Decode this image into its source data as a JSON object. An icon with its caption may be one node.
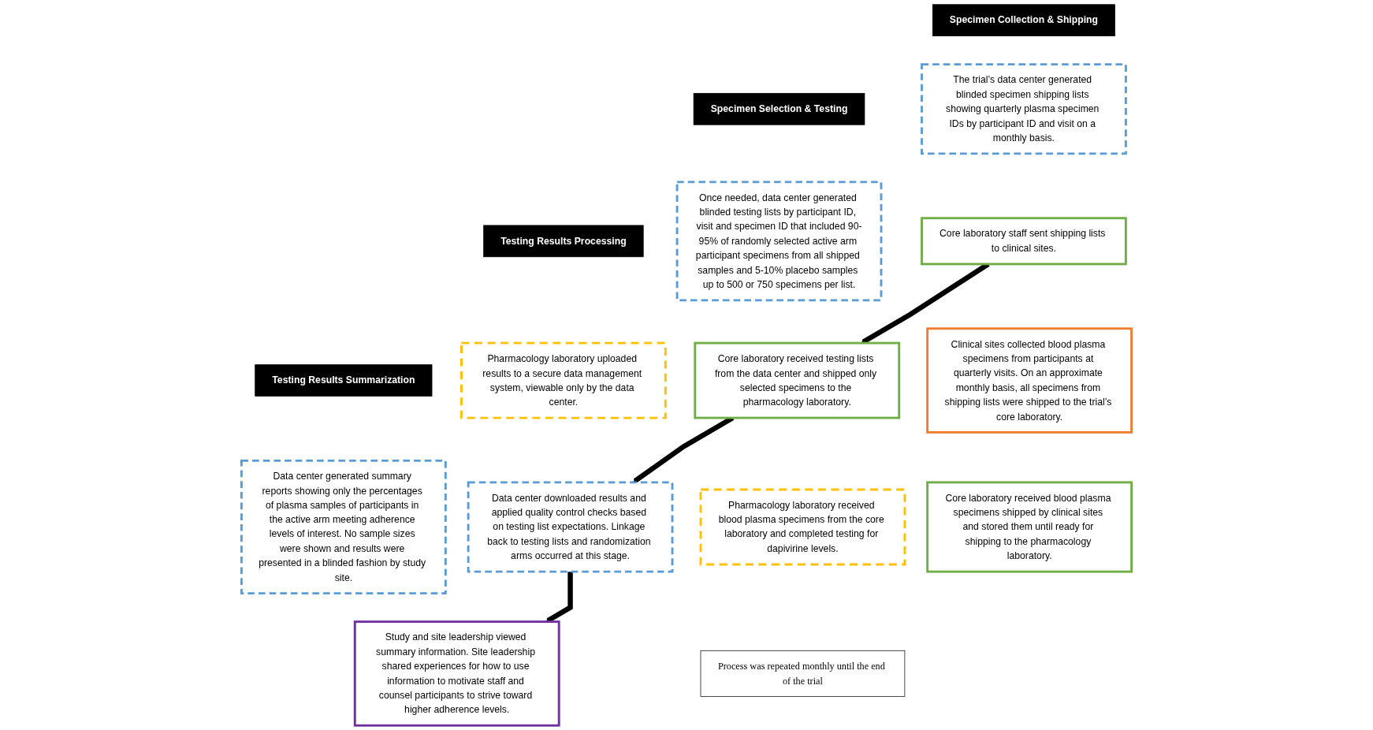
{
  "diagram": {
    "nodes": [
      {
        "text": [
          "Specimen Collection & Shipping"
        ]
      },
      {
        "text": [
          "Specimen Selection & Testing"
        ]
      },
      {
        "text": [
          "Testing Results Processing"
        ]
      },
      {
        "text": [
          "Testing Results Summarization"
        ]
      },
      {
        "text": [
          "The trial’s data center generated blinded specimen shipping lists showing quarterly plasma specimen IDs by participant ID and visit on a monthly basis."
        ]
      },
      {
        "text": [
          "Core laboratory staff sent shipping lists to clinical sites."
        ]
      },
      {
        "text": [
          "Clinical sites collected blood plasma specimens from participants at quarterly visits. On an approximate monthly basis, all specimens from shipping lists were shipped to the trial’s core laboratory."
        ]
      },
      {
        "text": [
          "Core laboratory received blood plasma specimens shipped by clinical sites and stored them until ready for shipping to the pharmacology laboratory."
        ]
      },
      {
        "text": [
          "Once needed, data center generated blinded testing lists by participant ID, visit and specimen ID that included 90-95% of randomly selected active arm participant specimens from all shipped samples and 5-10% placebo samples up to 500 or 750 specimens per list."
        ]
      },
      {
        "text": [
          "Core laboratory received testing lists from the data center and shipped only selected specimens to the pharmacology laboratory."
        ]
      },
      {
        "text": [
          "Pharmacology laboratory received blood plasma specimens from the core laboratory and completed testing for dapivirine levels."
        ]
      },
      {
        "text": [
          "Pharmacology laboratory uploaded results to a secure data management system, viewable only by the data center."
        ]
      },
      {
        "text": [
          "Data center downloaded results and applied quality control checks based on testing list expectations. Linkage back to testing lists and randomization arms occurred at this stage."
        ]
      },
      {
        "text": [
          "Data center generated summary reports showing only the percentages of plasma samples of participants in the active arm meeting adherence levels of interest. No sample sizes were shown and results were presented in a blinded fashion by study site."
        ]
      },
      {
        "text": [
          "Study and site leadership viewed summary information. Site leadership shared experiences for how to use information to motivate staff and counsel participants to strive toward higher adherence levels."
        ]
      },
      {
        "text": [
          "Process was repeated monthly until the end of the trial"
        ]
      }
    ],
    "edges": [
      {
        "from": 5,
        "to": 9,
        "arrow": "to"
      },
      {
        "from": 9,
        "to": 12,
        "arrow": "to"
      },
      {
        "from": 12,
        "to": 14,
        "arrow": "to"
      }
    ]
  }
}
